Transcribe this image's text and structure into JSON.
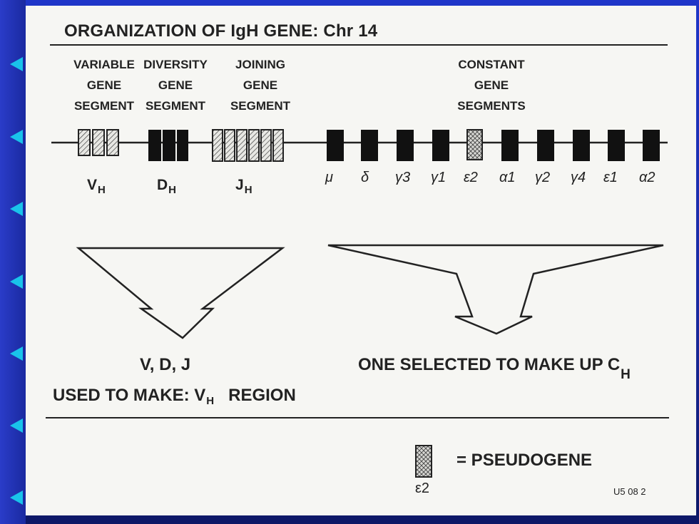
{
  "slide": {
    "title": "ORGANIZATION OF IgH GENE: Chr 14",
    "headers": {
      "variable": [
        "VARIABLE",
        "GENE",
        "SEGMENT"
      ],
      "diversity": [
        "DIVERSITY",
        "GENE",
        "SEGMENT"
      ],
      "joining": [
        "JOINING",
        "GENE",
        "SEGMENT"
      ],
      "constant": [
        "CONSTANT",
        "GENE",
        "SEGMENTS"
      ]
    },
    "segment_labels": {
      "v": "V",
      "d": "D",
      "j": "J",
      "sub": "H"
    },
    "constant_labels": [
      "μ",
      "δ",
      "γ3",
      "γ1",
      "ε2",
      "α1",
      "γ2",
      "γ4",
      "ε1",
      "α2"
    ],
    "vdj_text": "V,  D,  J",
    "used_to_make": "USED TO MAKE: V",
    "used_to_make_sub": "H",
    "region_text": "REGION",
    "selected_text": "ONE SELECTED TO MAKE UP C",
    "selected_sub": "H",
    "legend": {
      "equals": "=  PSEUDOGENE",
      "label": "ε2"
    },
    "slide_code": "U5 08 2"
  },
  "colors": {
    "background": "#1f36c9",
    "accent": "#19c3ea",
    "sheet": "#f6f6f3",
    "ink": "#222222"
  }
}
